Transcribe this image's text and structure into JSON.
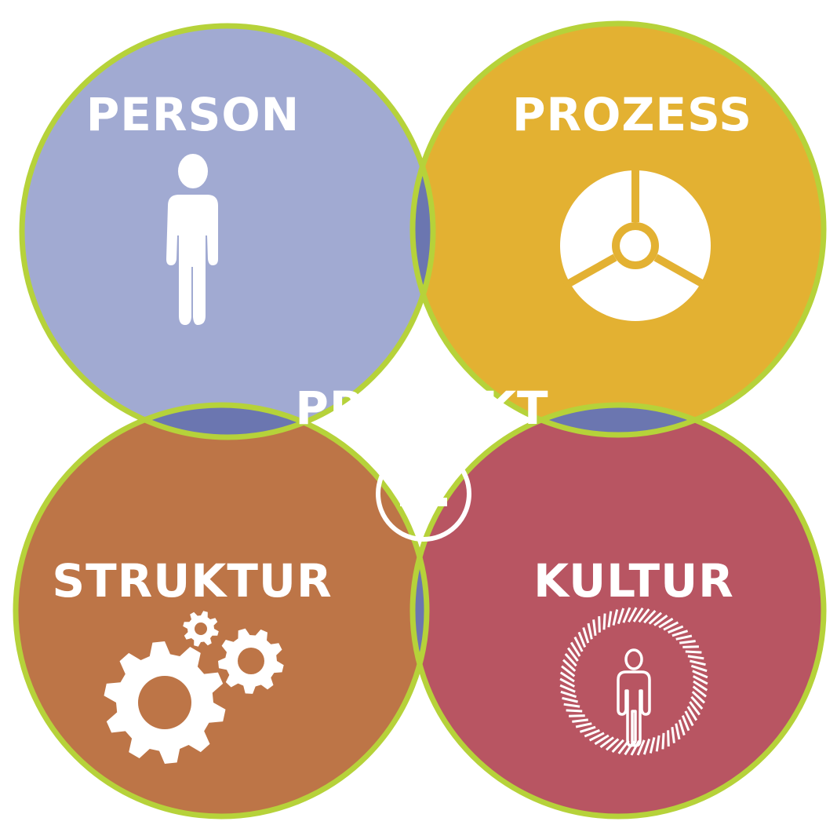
{
  "diagram": {
    "center_label": "PRODUKT",
    "center_icon": "equals-circle-icon",
    "outline_color": "#b6d23a",
    "center_color": "#6b76b0",
    "quadrants": [
      {
        "id": "person",
        "label": "PERSON",
        "color": "#a1aad2",
        "icon": "person-icon"
      },
      {
        "id": "prozess",
        "label": "PROZESS",
        "color": "#e3b132",
        "icon": "pie-cycle-icon"
      },
      {
        "id": "struktur",
        "label": "STRUKTUR",
        "color": "#bd7547",
        "icon": "gears-icon"
      },
      {
        "id": "kultur",
        "label": "KULTUR",
        "color": "#b85562",
        "icon": "person-in-circle-icon"
      }
    ]
  }
}
